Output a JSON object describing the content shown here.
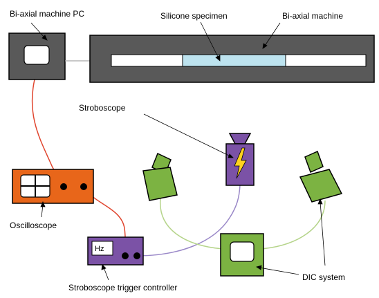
{
  "labels": {
    "pc": "Bi-axial machine PC",
    "specimen": "Silicone specimen",
    "machine": "Bi-axial machine",
    "stroboscope": "Stroboscope",
    "oscilloscope": "Oscilloscope",
    "trigger": "Stroboscope trigger controller",
    "dic": "DIC system",
    "hz": "Hz"
  },
  "colors": {
    "dark_gray": "#595959",
    "specimen_blue": "#bde3ef",
    "oscilloscope_orange": "#e8661a",
    "purple": "#7b52a6",
    "green": "#7cb342",
    "light_green_cable": "#b5d48a",
    "red_cable": "#e0452e",
    "purple_cable": "#9a88c8",
    "flash_yellow": "#ffd21f"
  },
  "icons": {
    "flash": "lightning-bolt-icon",
    "camera": "camera-icon",
    "monitor": "monitor-icon"
  }
}
